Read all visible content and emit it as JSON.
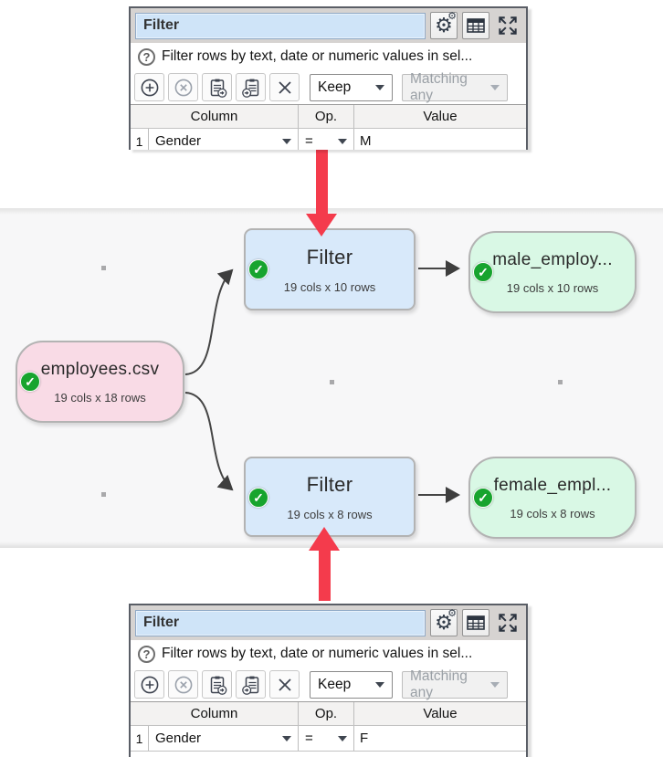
{
  "panels": [
    {
      "title": "Filter",
      "help_text": "Filter rows by text, date or numeric values in sel...",
      "toolbar": {
        "keep_label": "Keep",
        "matching_label": "Matching any"
      },
      "table": {
        "headers": {
          "column": "Column",
          "op": "Op.",
          "value": "Value"
        },
        "rows": [
          {
            "num": "1",
            "column": "Gender",
            "op": "=",
            "value": "M"
          }
        ]
      }
    },
    {
      "title": "Filter",
      "help_text": "Filter rows by text, date or numeric values in sel...",
      "toolbar": {
        "keep_label": "Keep",
        "matching_label": "Matching any"
      },
      "table": {
        "headers": {
          "column": "Column",
          "op": "Op.",
          "value": "Value"
        },
        "rows": [
          {
            "num": "1",
            "column": "Gender",
            "op": "=",
            "value": "F"
          }
        ]
      }
    }
  ],
  "graph": {
    "nodes": [
      {
        "id": "employees-csv",
        "title": "employees.csv",
        "subtitle": "19 cols x 18 rows",
        "status": "ok"
      },
      {
        "id": "filter-top",
        "title": "Filter",
        "subtitle": "19 cols x 10 rows",
        "status": "ok"
      },
      {
        "id": "filter-bottom",
        "title": "Filter",
        "subtitle": "19 cols x 8 rows",
        "status": "ok"
      },
      {
        "id": "male-employees",
        "title": "male_employ...",
        "subtitle": "19 cols x 10 rows",
        "status": "ok"
      },
      {
        "id": "female-employees",
        "title": "female_empl...",
        "subtitle": "19 cols x 8 rows",
        "status": "ok"
      }
    ],
    "check_glyph": "✓"
  },
  "colors": {
    "source_node_pink": "#f9dbe6",
    "transform_node_blue": "#d8e9fa",
    "output_node_green": "#d9f8e5",
    "status_check_green": "#17a42e",
    "annotation_arrow_red": "#f43b4c",
    "title_field_blue": "#cfe4f8"
  }
}
